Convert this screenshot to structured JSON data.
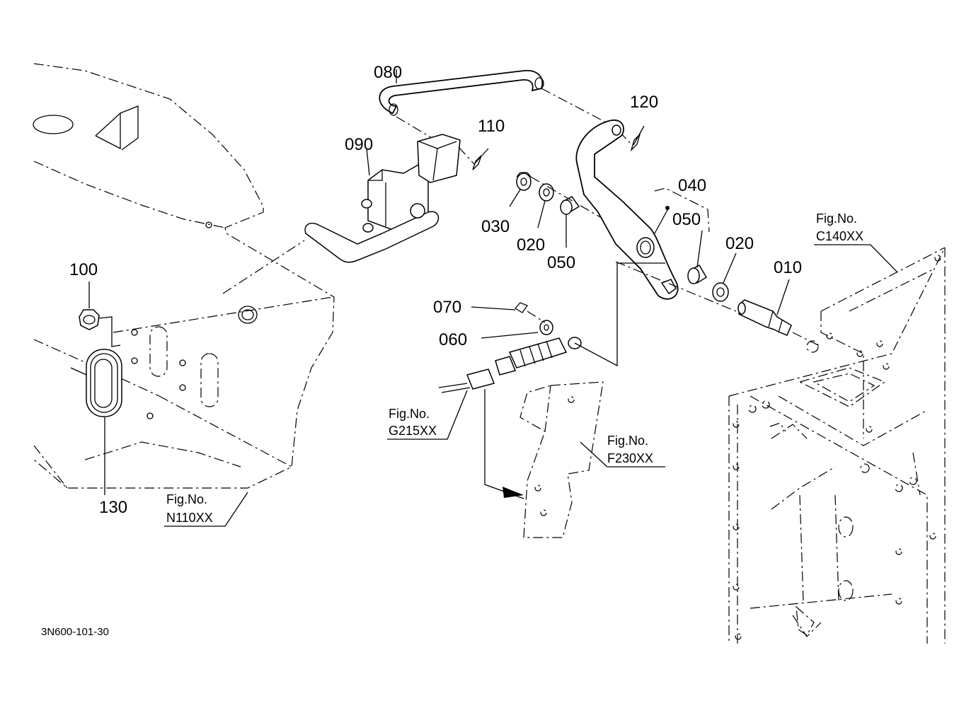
{
  "parts": {
    "p010": "010",
    "p020a": "020",
    "p020b": "020",
    "p030": "030",
    "p040": "040",
    "p050a": "050",
    "p050b": "050",
    "p060": "060",
    "p070": "070",
    "p080": "080",
    "p090": "090",
    "p100": "100",
    "p110": "110",
    "p120": "120",
    "p130": "130"
  },
  "figure_refs": {
    "c140": {
      "line1": "Fig.No.",
      "line2": "C140XX"
    },
    "g215": {
      "line1": "Fig.No.",
      "line2": "G215XX"
    },
    "f230": {
      "line1": "Fig.No.",
      "line2": "F230XX"
    },
    "n110": {
      "line1": "Fig.No.",
      "line2": "N110XX"
    }
  },
  "diagram_code": "3N600-101-30"
}
